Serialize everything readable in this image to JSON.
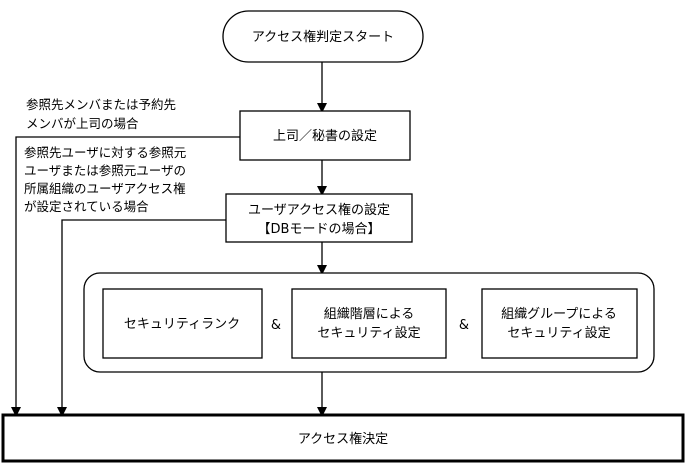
{
  "nodes": {
    "start": "アクセス権判定スタート",
    "boss_secretary": "上司／秘書の設定",
    "user_access_line1": "ユーザアクセス権の設定",
    "user_access_line2": "【DBモードの場合】",
    "security_rank": "セキュリティランク",
    "org_level_line1": "組織階層による",
    "org_level_line2": "セキュリティ設定",
    "org_group_line1": "組織グループによる",
    "org_group_line2": "セキュリティ設定",
    "decision": "アクセス権決定"
  },
  "operators": {
    "amp1": "&",
    "amp2": "&"
  },
  "conditions": {
    "cond1_line1": "参照先メンバまたは予約先",
    "cond1_line2": "メンバが上司の場合",
    "cond2_line1": "参照先ユーザに対する参照元",
    "cond2_line2": "ユーザまたは参照元ユーザの",
    "cond2_line3": "所属組織のユーザアクセス権",
    "cond2_line4": "が設定されている場合"
  },
  "colors": {
    "stroke": "#000000",
    "fill": "#ffffff"
  }
}
